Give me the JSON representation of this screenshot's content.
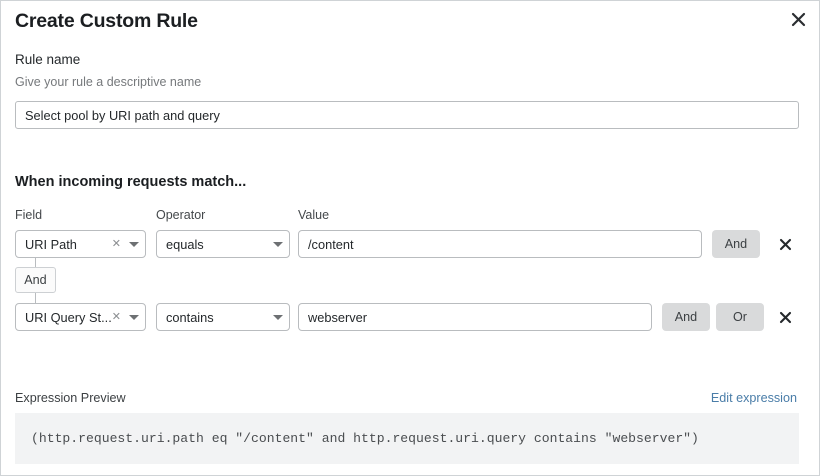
{
  "modal": {
    "title": "Create Custom Rule",
    "close_icon": "close-icon"
  },
  "rule_name": {
    "label": "Rule name",
    "description": "Give your rule a descriptive name",
    "value": "Select pool by URI path and query",
    "placeholder": "Select pool by URI path and query"
  },
  "match_section": {
    "heading": "When incoming requests match...",
    "columns": {
      "field": "Field",
      "operator": "Operator",
      "value": "Value"
    },
    "group_logic_chip": "And",
    "rows": [
      {
        "field": "URI Path",
        "field_clear_icon": "clear-icon",
        "field_caret_icon": "chevron-down-icon",
        "operator": "equals",
        "operator_caret_icon": "chevron-down-icon",
        "value": "/content",
        "and_label": "And",
        "or_label": null,
        "delete_icon": "close-icon"
      },
      {
        "field": "URI Query St...",
        "field_clear_icon": "clear-icon",
        "field_caret_icon": "chevron-down-icon",
        "operator": "contains",
        "operator_caret_icon": "chevron-down-icon",
        "value": "webserver",
        "and_label": "And",
        "or_label": "Or",
        "delete_icon": "close-icon"
      }
    ]
  },
  "expression_preview": {
    "label": "Expression Preview",
    "edit_link": "Edit expression",
    "expression": "(http.request.uri.path eq \"/content\" and http.request.uri.query contains \"webserver\")"
  },
  "colors": {
    "link": "#4a7da8",
    "logic_button_bg": "#d9dadb",
    "code_bg": "#f2f3f4",
    "border": "#b9bcbf"
  }
}
